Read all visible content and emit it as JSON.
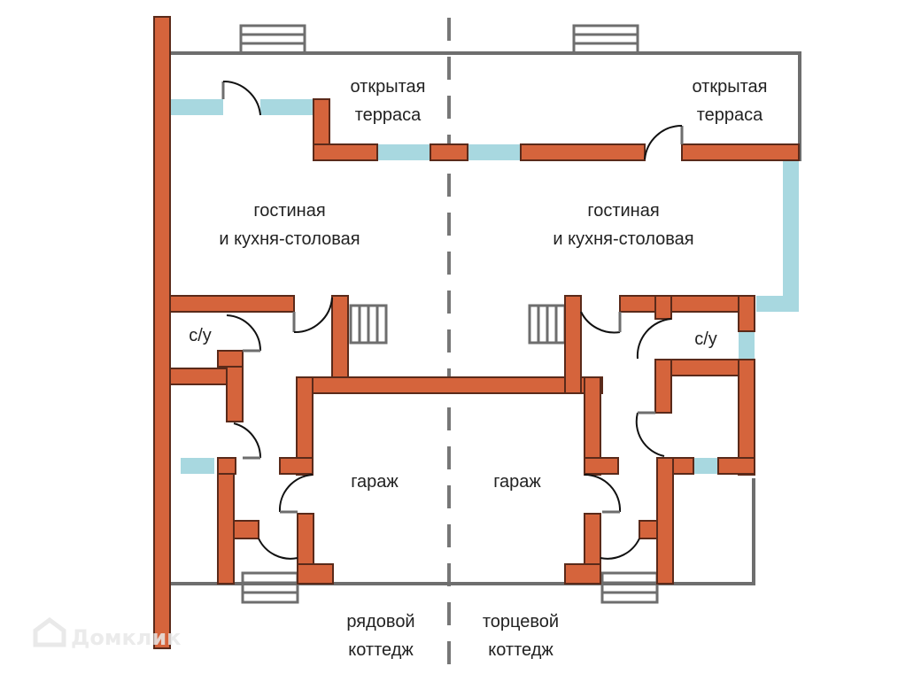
{
  "diagram": {
    "type": "floor-plan",
    "units": [
      {
        "name": "рядовой коттедж",
        "caption": [
          "рядовой",
          "коттедж"
        ],
        "rooms": {
          "terrace": [
            "открытая",
            "терраса"
          ],
          "living": [
            "гостиная",
            "и кухня-столовая"
          ],
          "bathroom": "с/у",
          "garage": "гараж"
        }
      },
      {
        "name": "торцевой коттедж",
        "caption": [
          "торцевой",
          "коттедж"
        ],
        "rooms": {
          "terrace": [
            "открытая",
            "терраса"
          ],
          "living": [
            "гостиная",
            "и кухня-столовая"
          ],
          "bathroom": "с/у",
          "garage": "гараж"
        }
      }
    ],
    "legend_colors": {
      "wall": "#d5643c",
      "window": "#a8d8e0",
      "outline": "#6e6e6e"
    }
  },
  "watermark": "Домклик"
}
